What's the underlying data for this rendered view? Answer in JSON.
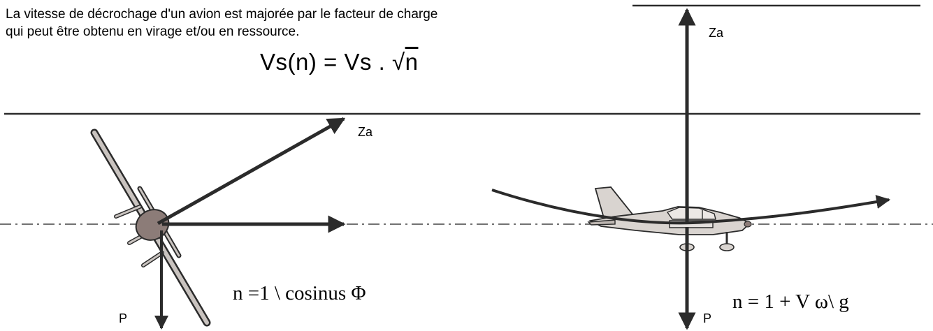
{
  "intro": {
    "line1": "La vitesse de décrochage d'un avion est majorée par le facteur de charge",
    "line2": "qui peut être obtenu en virage et/ou en  ressource."
  },
  "formula": {
    "lhs": "Vs(n) = Vs . √",
    "radicand": "n"
  },
  "turn": {
    "lift_label": "Za",
    "weight_label": "P",
    "equation": "n =1 \\  cosinus  Φ"
  },
  "pullup": {
    "lift_label": "Za",
    "weight_label": "P",
    "equation": "n = 1 + V ω\\  g"
  },
  "colors": {
    "line": "#2b2b2b",
    "fuselage": "#d9d4d0",
    "cockpit": "#8c7c78"
  }
}
